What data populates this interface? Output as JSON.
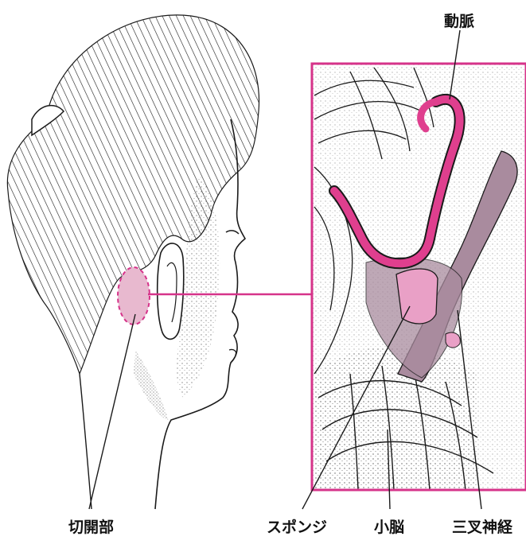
{
  "labels": {
    "incision_site": "切開部",
    "sponge": "スポンジ",
    "cerebellum": "小脳",
    "trigeminal_nerve": "三叉神経",
    "artery": "動脈"
  },
  "colors": {
    "accent_magenta": "#d6338a",
    "artery_pink": "#df3f8e",
    "artery_inner": "#f27db8",
    "sponge_pink": "#e9a0c6",
    "nerve_mauve": "#a98b9e",
    "incision_fill": "#e8b9cf",
    "line_dark": "#1a1a1a"
  }
}
